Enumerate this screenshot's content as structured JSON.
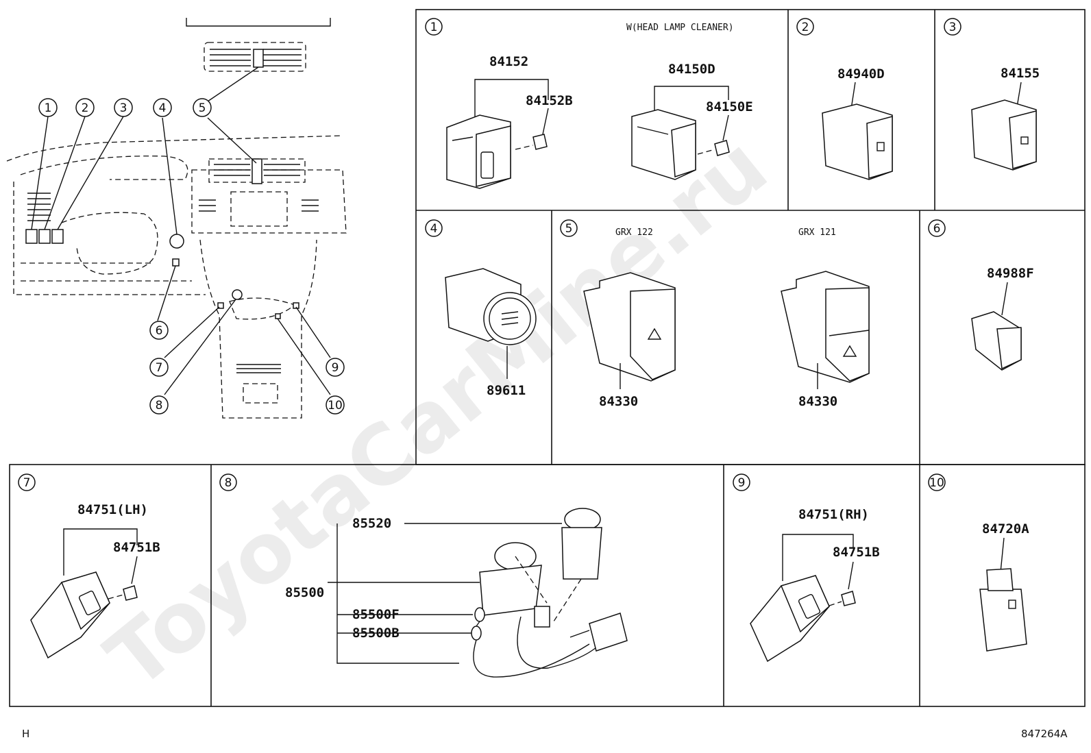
{
  "callouts": [
    "1",
    "2",
    "3",
    "4",
    "5",
    "6",
    "7",
    "8",
    "9",
    "10"
  ],
  "panels": {
    "p1": {
      "num": "1",
      "note": "W(HEAD LAMP CLEANER)",
      "parts": [
        "84152",
        "84152B",
        "84150D",
        "84150E"
      ]
    },
    "p2": {
      "num": "2",
      "parts": [
        "84940D"
      ]
    },
    "p3": {
      "num": "3",
      "parts": [
        "84155"
      ]
    },
    "p4": {
      "num": "4",
      "parts": [
        "89611"
      ]
    },
    "p5": {
      "num": "5",
      "variant_a": "GRX 122",
      "variant_b": "GRX 121",
      "parts": [
        "84330",
        "84330"
      ]
    },
    "p6": {
      "num": "6",
      "parts": [
        "84988F"
      ]
    },
    "p7": {
      "num": "7",
      "parts": [
        "84751(LH)",
        "84751B"
      ]
    },
    "p8": {
      "num": "8",
      "parts": [
        "85520",
        "85500",
        "85500F",
        "85500B"
      ]
    },
    "p9": {
      "num": "9",
      "parts": [
        "84751(RH)",
        "84751B"
      ]
    },
    "p10": {
      "num": "10",
      "parts": [
        "84720A"
      ]
    }
  },
  "watermark": "ToyotaCarMine.ru",
  "footer": {
    "left": "H",
    "right": "847264A"
  }
}
